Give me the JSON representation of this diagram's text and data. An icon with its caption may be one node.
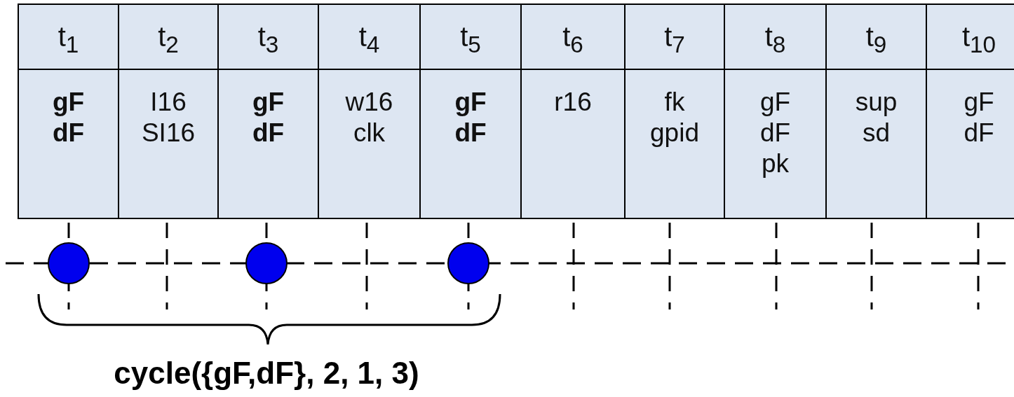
{
  "diagram": {
    "labels": [
      "t$_{1}$",
      "t$_{2}$",
      "t$_{3}$",
      "t$_{4}$",
      "t$_{5}$",
      "t$_{6}$",
      "t$_{7}$",
      "t$_{8}$",
      "t$_{9}$",
      "t$_{10}$",
      "gF dF",
      "I16 SI16",
      "gF dF",
      "w16 clk",
      "gF dF",
      "r16",
      "fk gpid",
      "gF dF pk",
      "sup sd",
      "gF dF",
      "cycle({gF,dF}, 2, 1, 3)"
    ]
  }
}
